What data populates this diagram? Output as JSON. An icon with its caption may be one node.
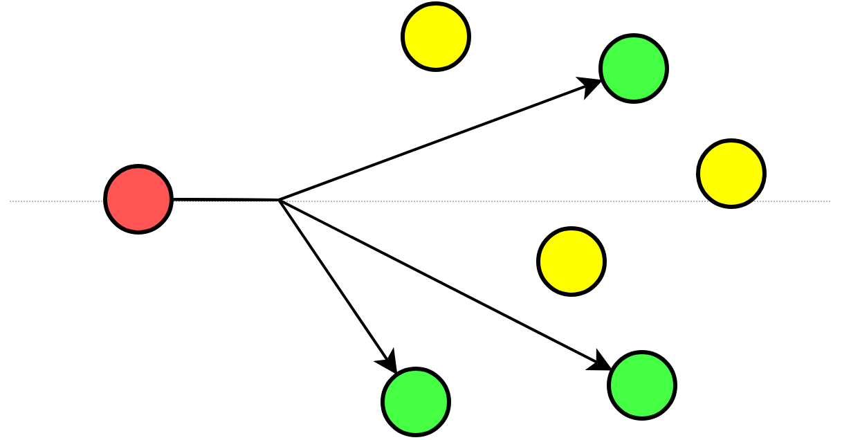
{
  "diagram": {
    "nodes": [
      {
        "text": [],
        "shape": "circle"
      },
      {
        "text": [],
        "shape": "circle"
      },
      {
        "text": [],
        "shape": "circle"
      },
      {
        "text": [],
        "shape": "circle"
      },
      {
        "text": [],
        "shape": "circle"
      },
      {
        "text": [],
        "shape": "circle"
      },
      {
        "text": [],
        "shape": "circle"
      }
    ],
    "edges": [
      {
        "from": 0,
        "to": 4,
        "arrow": "to"
      },
      {
        "from": 0,
        "to": 1,
        "arrow": "to"
      },
      {
        "from": 0,
        "to": 5,
        "arrow": "to"
      }
    ]
  }
}
